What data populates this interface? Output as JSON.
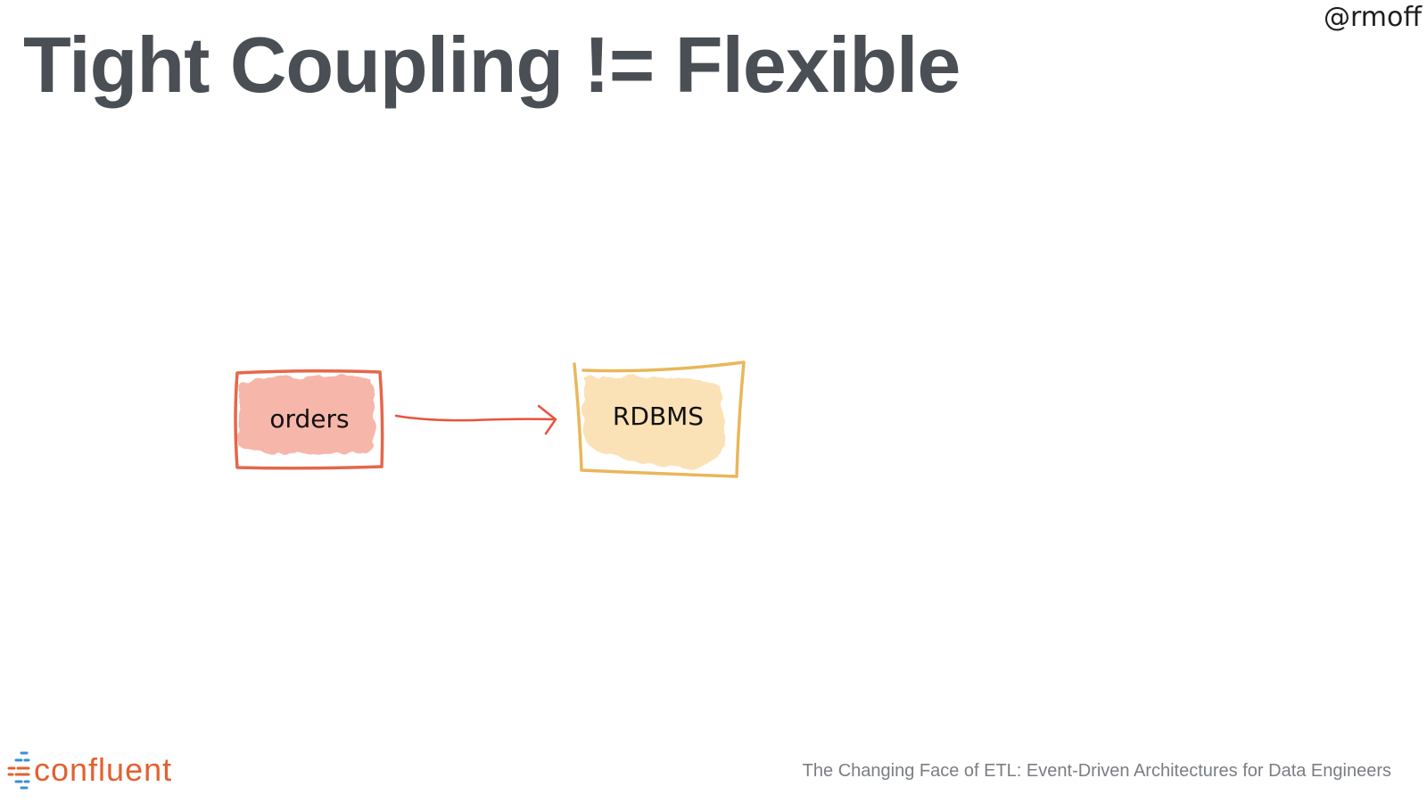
{
  "slide": {
    "title": "Tight Coupling != Flexible",
    "handle": "@rmoff",
    "footer": "The Changing Face of ETL: Event-Driven Architectures for Data Engineers",
    "logo_text": "confluent"
  },
  "diagram": {
    "nodes": [
      {
        "id": "orders",
        "label": "orders",
        "stroke": "#e5674a",
        "fill": "#f7b3a6"
      },
      {
        "id": "rdbms",
        "label": "RDBMS",
        "stroke": "#e9b75a",
        "fill": "#fbe1b3"
      }
    ],
    "edges": [
      {
        "from": "orders",
        "to": "rdbms",
        "color": "#e5553d"
      }
    ]
  },
  "colors": {
    "title": "#4a4f55",
    "logo_orange": "#e2612f",
    "logo_blue": "#3a8fd4"
  }
}
